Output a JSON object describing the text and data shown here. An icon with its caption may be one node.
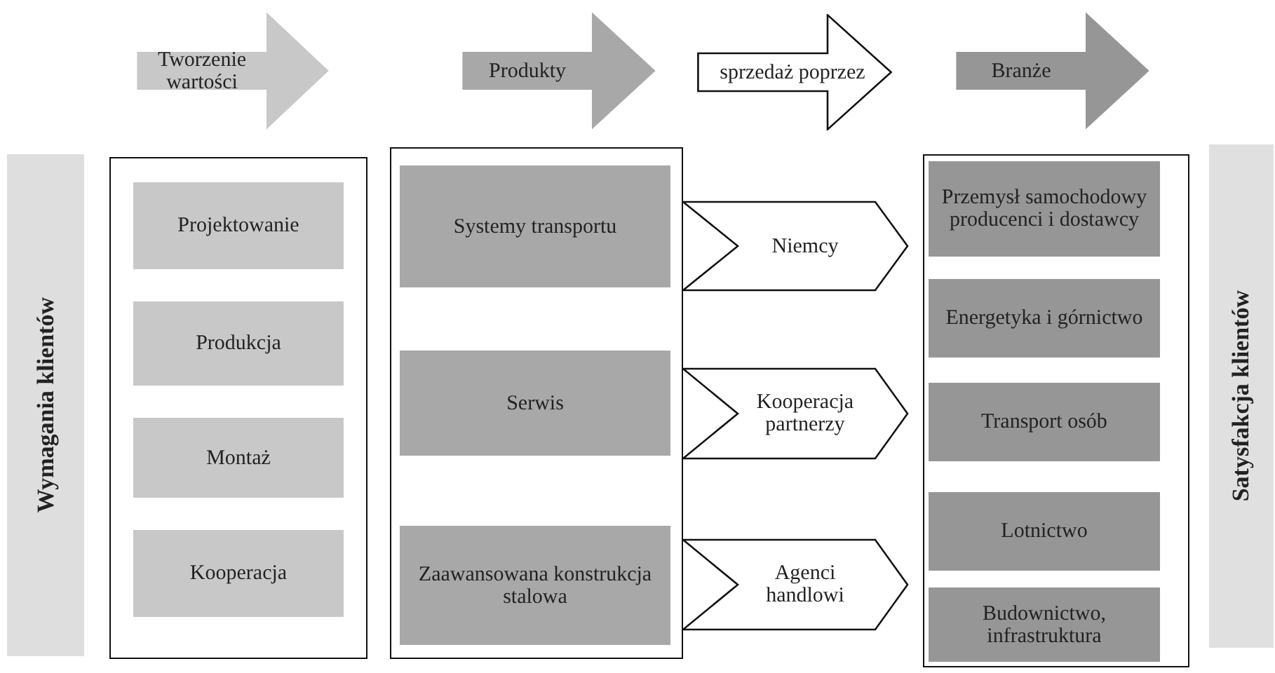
{
  "diagram": {
    "nodes": [
      {
        "text": [
          "Tworzenie wartości"
        ]
      },
      {
        "text": [
          "Produkty"
        ]
      },
      {
        "text": [
          "sprzedaż poprzez"
        ]
      },
      {
        "text": [
          "Branże"
        ]
      },
      {
        "text": [
          "Wymagania klientów"
        ]
      },
      {
        "text": [],
        "shape": "box"
      },
      {
        "text": [
          "Projektowanie"
        ],
        "in": 5
      },
      {
        "text": [
          "Produkcja"
        ],
        "in": 5
      },
      {
        "text": [
          "Montaż"
        ],
        "in": 5
      },
      {
        "text": [
          "Kooperacja"
        ],
        "in": 5
      },
      {
        "text": [],
        "shape": "box"
      },
      {
        "text": [
          "Systemy transportu"
        ],
        "in": 10
      },
      {
        "text": [
          "Serwis"
        ],
        "in": 10
      },
      {
        "text": [
          "Zaawansowana konstrukcja stalowa"
        ],
        "in": 10
      },
      {
        "text": [
          "Niemcy"
        ]
      },
      {
        "text": [
          "Kooperacja partnerzy"
        ]
      },
      {
        "text": [
          "Agenci handlowi"
        ]
      },
      {
        "text": [],
        "shape": "box"
      },
      {
        "text": [
          "Przemysł samochodowy producenci i dostawcy"
        ],
        "in": 17
      },
      {
        "text": [
          "Energetyka i górnictwo"
        ],
        "in": 17
      },
      {
        "text": [
          "Transport osób"
        ],
        "in": 17
      },
      {
        "text": [
          "Lotnictwo"
        ],
        "in": 17
      },
      {
        "text": [
          "Budownictwo, infrastruktura"
        ],
        "in": 17
      },
      {
        "text": [
          "Satysfakcja klientów"
        ]
      }
    ]
  }
}
